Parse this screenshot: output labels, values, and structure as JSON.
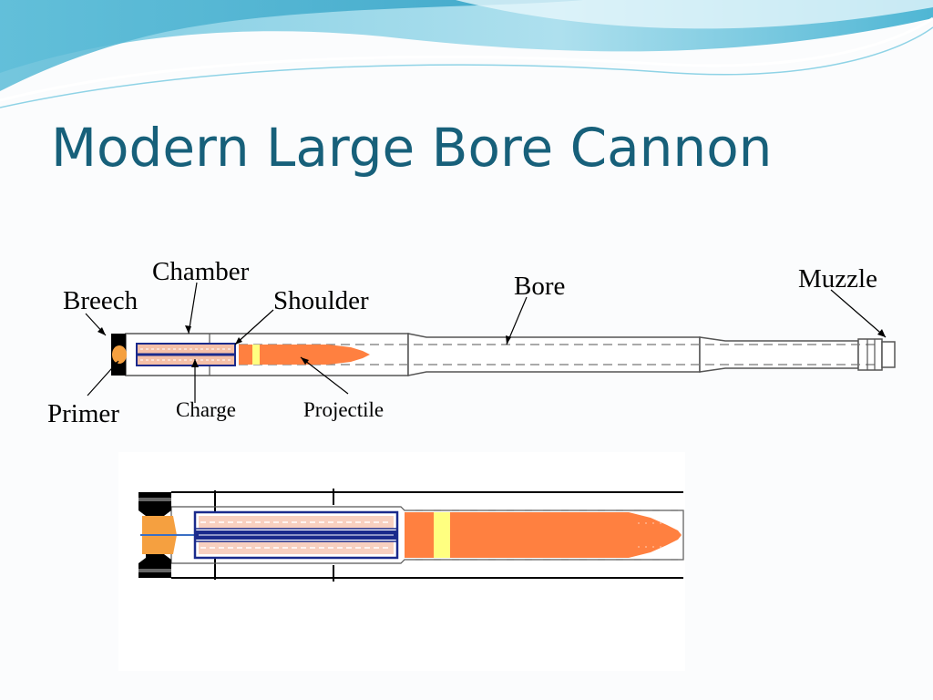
{
  "slide": {
    "title": "Modern Large Bore Cannon"
  },
  "diagram": {
    "labels": {
      "chamber": "Chamber",
      "breech": "Breech",
      "shoulder": "Shoulder",
      "bore": "Bore",
      "muzzle": "Muzzle",
      "primer": "Primer",
      "charge": "Charge",
      "projectile": "Projectile"
    },
    "colors": {
      "title": "#17607a",
      "projectile": "#ff8040",
      "band": "#ffff80",
      "charge_outline": "#1a2a8c",
      "charge_fill": "#f5c0a8",
      "primer": "#f5a040",
      "breech_block": "#000000",
      "barrel_line": "#555555",
      "wave_dark": "#4fb6d4",
      "wave_light": "#bfe6f2"
    }
  }
}
